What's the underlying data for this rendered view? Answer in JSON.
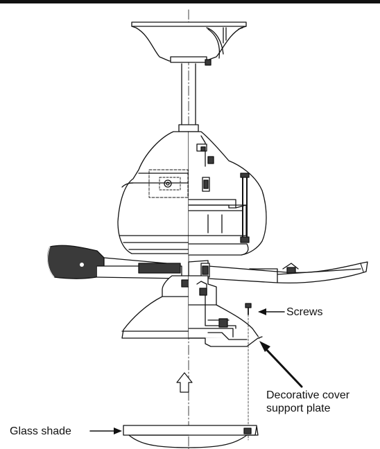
{
  "labels": {
    "screws": "Screws",
    "support_plate": [
      "Decorative cover",
      "support plate"
    ],
    "glass_shade": "Glass shade"
  },
  "colors": {
    "stroke": "#111111",
    "fill_dark": "#3a3a3a",
    "fill_light": "#ffffff"
  }
}
